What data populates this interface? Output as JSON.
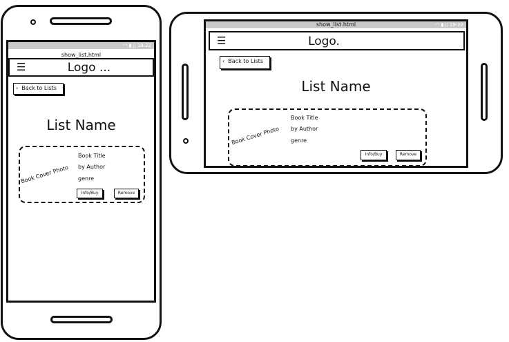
{
  "portrait": {
    "page_url": "show_list.html",
    "status_time": "19:22",
    "logo": "Logo ...",
    "back_label": "Back to Lists",
    "list_name": "List Name",
    "book": {
      "cover_label": "Book Cover Photo",
      "title": "Book Title",
      "author": "by Author",
      "genre": "genre",
      "info_label": "Info/Buy",
      "remove_label": "Remove"
    }
  },
  "landscape": {
    "page_url": "show_list.html",
    "status_time": "19:22",
    "logo": "Logo.",
    "back_label": "Back to Lists",
    "list_name": "List Name",
    "book": {
      "cover_label": "Book Cover Photo",
      "title": "Book Title",
      "author": "by Author",
      "genre": "genre",
      "info_label": "Info/Buy",
      "remove_label": "Remove"
    }
  },
  "icons": {
    "hamburger": "menu-icon",
    "back": "chevron-left-icon",
    "wifi": "wifi-icon",
    "signal": "signal-icon",
    "battery": "battery-icon"
  }
}
